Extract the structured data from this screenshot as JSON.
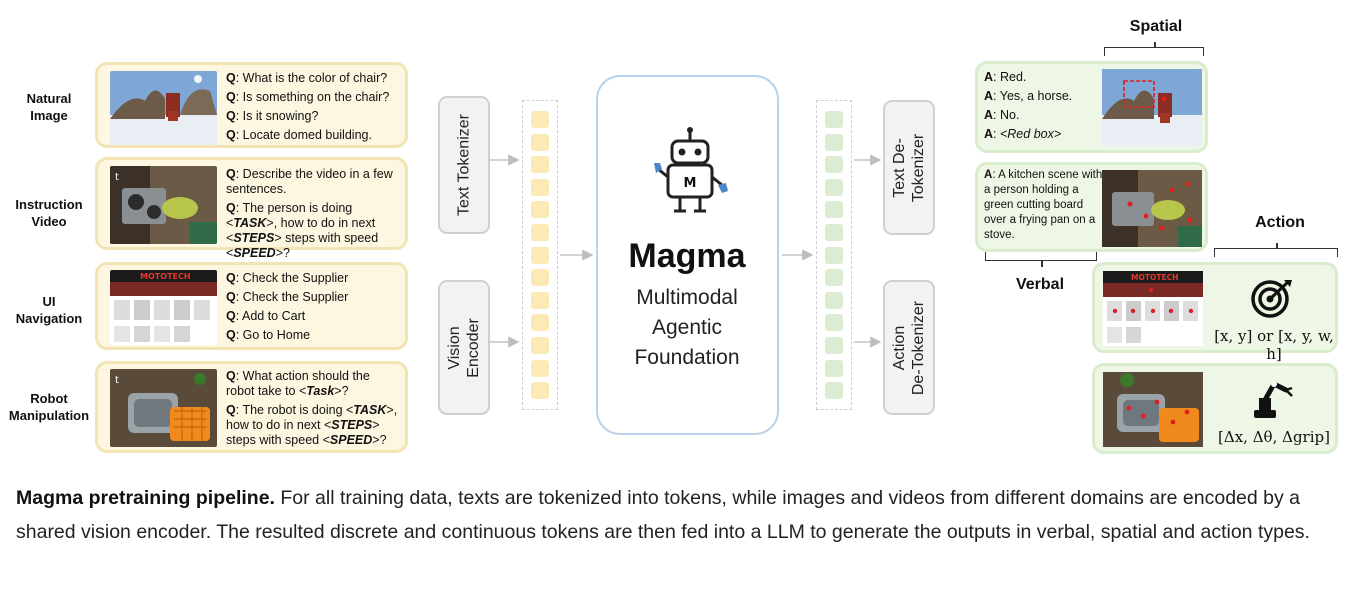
{
  "inputs": [
    {
      "label": [
        "Natural",
        "Image"
      ],
      "questions": [
        {
          "q": "Q",
          "text": ": What is the color of chair?"
        },
        {
          "q": "Q",
          "text": ": Is something on the chair?"
        },
        {
          "q": "Q",
          "text": ": Is it snowing?"
        },
        {
          "q": "Q",
          "text": ": Locate domed building."
        }
      ]
    },
    {
      "label": [
        "Instruction",
        "Video"
      ],
      "questions": [
        {
          "parts": [
            {
              "b": "Q"
            },
            {
              "t": ": Describe the video in a few sentences."
            }
          ]
        },
        {
          "parts": [
            {
              "b": "Q"
            },
            {
              "t": ": The person is doing <"
            },
            {
              "bi": "TASK"
            },
            {
              "t": ">, how to do in next <"
            },
            {
              "bi": "STEPS"
            },
            {
              "t": "> steps with speed <"
            },
            {
              "bi": "SPEED"
            },
            {
              "t": ">?"
            }
          ]
        }
      ]
    },
    {
      "label": [
        "UI",
        "Navigation"
      ],
      "questions": [
        {
          "q": "Q",
          "text": ": Check the Supplier"
        },
        {
          "q": "Q",
          "text": ": Check the Supplier"
        },
        {
          "q": "Q",
          "text": ": Add to Cart"
        },
        {
          "q": "Q",
          "text": ": Go to Home"
        }
      ]
    },
    {
      "label": [
        "Robot",
        "Manipulation"
      ],
      "questions": [
        {
          "parts": [
            {
              "b": "Q"
            },
            {
              "t": ": What action should the robot take to <"
            },
            {
              "bi": "Task"
            },
            {
              "t": ">?"
            }
          ]
        },
        {
          "parts": [
            {
              "b": "Q"
            },
            {
              "t": ": The robot is doing <"
            },
            {
              "bi": "TASK"
            },
            {
              "t": ">, how to do in next <"
            },
            {
              "bi": "STEPS"
            },
            {
              "t": "> steps with speed <"
            },
            {
              "bi": "SPEED"
            },
            {
              "t": ">?"
            }
          ]
        }
      ]
    }
  ],
  "ui_brand": "MOTOTECH",
  "tokenizers": {
    "text": [
      "Text Tokenizer"
    ],
    "vision": [
      "Vision",
      "Encoder"
    ],
    "text_detok": [
      "Text De-",
      "Tokenizer"
    ],
    "action_detok": [
      "Action",
      "De-Tokenizer"
    ]
  },
  "core": {
    "robot_letter": "M",
    "title": "Magma",
    "subtitle": [
      "Multimodal",
      "Agentic",
      "Foundation"
    ]
  },
  "outputs": {
    "spatial_title": "Spatial",
    "answers": [
      {
        "a": "A",
        "text": ": Red."
      },
      {
        "a": "A",
        "text": ": Yes, a horse."
      },
      {
        "a": "A",
        "text": ": No."
      },
      {
        "a": "A",
        "text": ": ",
        "italic": "<Red box>"
      }
    ],
    "verbal_answer": {
      "a": "A",
      "text": ": A kitchen scene with a person holding a green cutting board over a frying pan on a stove."
    },
    "verbal_title": "Verbal",
    "action_title": "Action",
    "ui_action": "[x, y] or [x, y, w, h]",
    "robot_action": "[Δx, Δθ, Δgrip]"
  },
  "caption": {
    "bold": "Magma pretraining pipeline.",
    "text": " For all training data, texts are tokenized into tokens, while images and videos from different domains are encoded by a shared vision encoder. The resulted discrete and continuous tokens are then fed into a LLM to generate the outputs in verbal, spatial and action types."
  },
  "colors": {
    "input_fill": "#fdf6e0",
    "input_border": "#f3e4b4",
    "output_fill": "#eef6e6",
    "output_border": "#d9eccb",
    "core_border": "#b9d3ea",
    "token_yellow": "#fbeab5",
    "token_green": "#dcecd2"
  }
}
